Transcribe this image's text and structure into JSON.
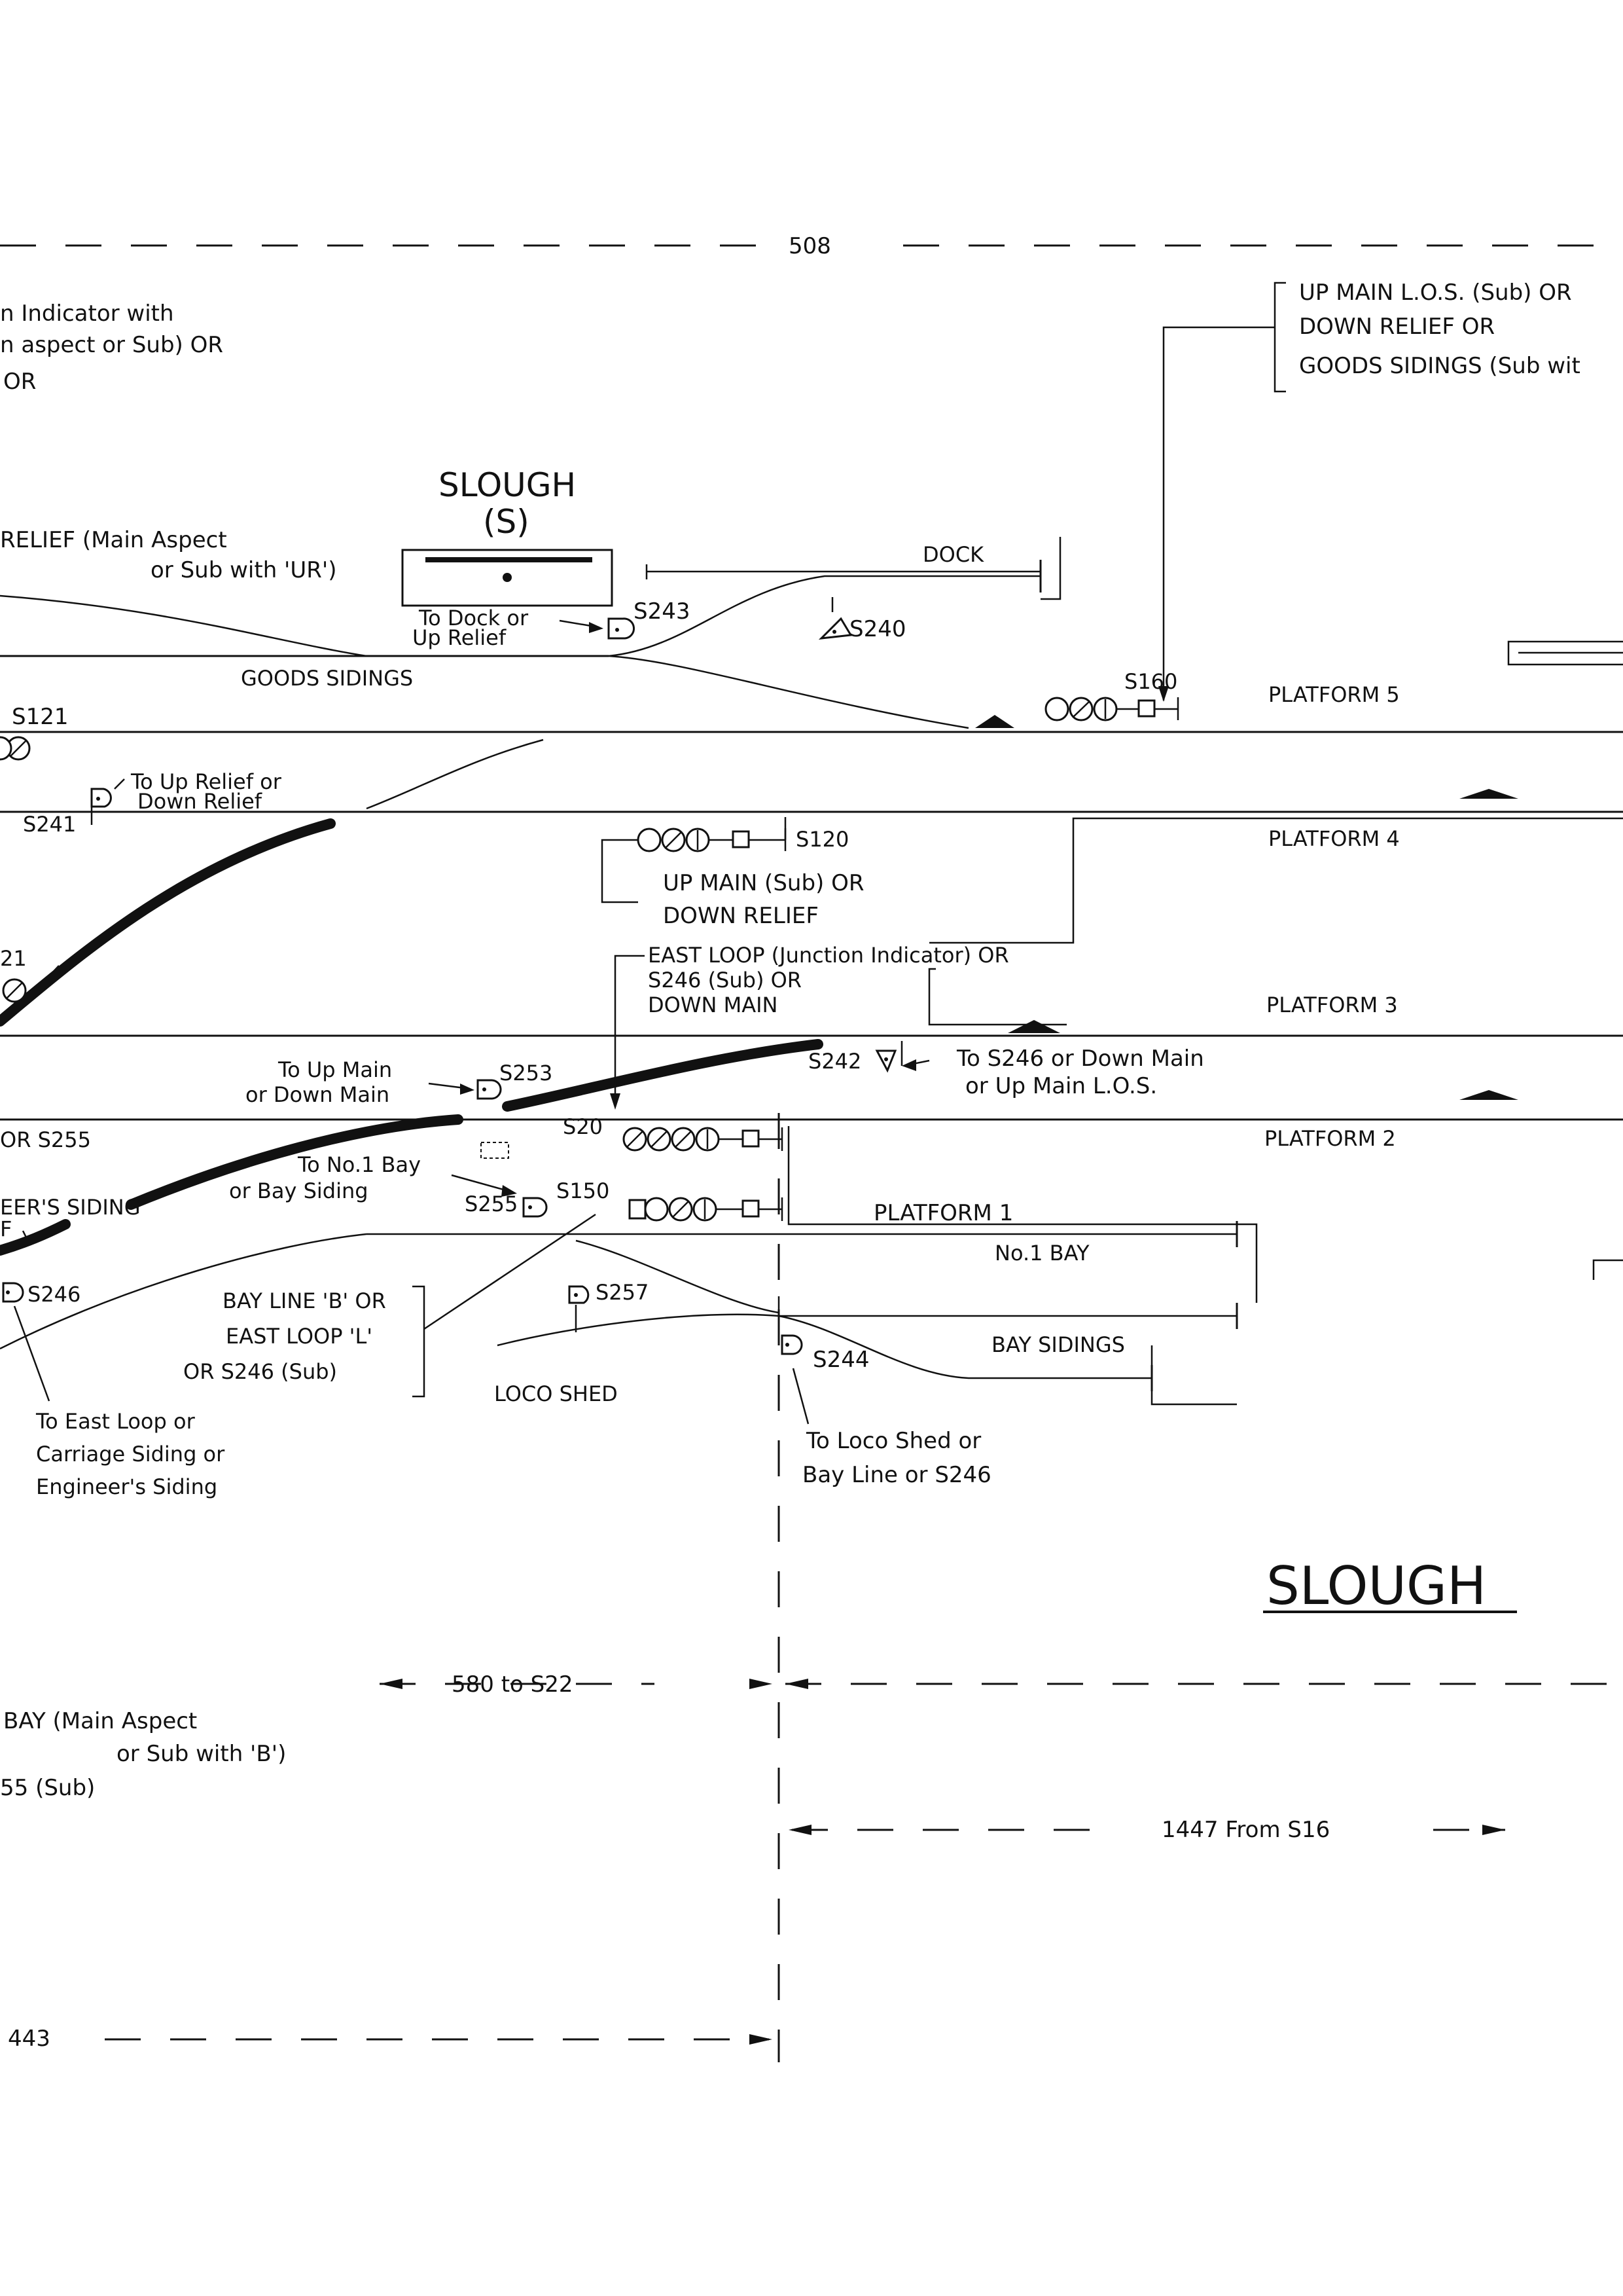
{
  "station": {
    "title": "SLOUGH",
    "code": "(S)",
    "footer_title": "SLOUGH"
  },
  "platforms": [
    "PLATFORM 5",
    "PLATFORM 4",
    "PLATFORM 3",
    "PLATFORM 2",
    "PLATFORM 1",
    "No.1 BAY",
    "BAY SIDINGS"
  ],
  "sidings": {
    "goods": "GOODS SIDINGS",
    "dock": "DOCK",
    "loco_shed": "LOCO SHED",
    "engineers": "EER'S SIDING"
  },
  "signals": {
    "s121": "S121",
    "s241": "S241",
    "s243": "S243",
    "s240": "S240",
    "s160": "S160",
    "s120": "S120",
    "s253": "S253",
    "s242": "S242",
    "s20": "S20",
    "s150": "S150",
    "s255": "S255",
    "s257": "S257",
    "s244": "S244",
    "s246": "S246",
    "s21_partial": "21",
    "or_s255": "OR S255"
  },
  "notes": {
    "indicator_1": "n Indicator with",
    "indicator_2": "n aspect or Sub) OR",
    "indicator_3": "OR",
    "relief_1": "RELIEF (Main Aspect",
    "relief_2": "or Sub with 'UR')",
    "to_dock_1": "To Dock or",
    "to_dock_2": "Up Relief",
    "to_up_relief_1": "To Up Relief or",
    "to_up_relief_2": "Down Relief",
    "up_main_los_1": "UP MAIN L.O.S. (Sub) OR",
    "up_main_los_2": "DOWN RELIEF OR",
    "up_main_los_3": "GOODS SIDINGS (Sub wit",
    "up_main_sub_1": "UP MAIN (Sub) OR",
    "up_main_sub_2": "DOWN RELIEF",
    "east_loop_1": "EAST LOOP (Junction Indicator) OR",
    "east_loop_2": "S246 (Sub) OR",
    "east_loop_3": "DOWN MAIN",
    "to_up_main_1": "To Up Main",
    "to_up_main_2": "or Down Main",
    "to_s246_1": "To S246 or Down Main",
    "to_s246_2": "or Up Main L.O.S.",
    "to_no1bay_1": "To No.1 Bay",
    "to_no1bay_2": "or Bay Siding",
    "bay_line_1": "BAY LINE 'B' OR",
    "bay_line_2": "EAST LOOP 'L'",
    "bay_line_3": "OR S246 (Sub)",
    "to_east_loop_1": "To East Loop or",
    "to_east_loop_2": "Carriage Siding or",
    "to_east_loop_3": "Engineer's Siding",
    "to_loco_1": "To Loco Shed or",
    "to_loco_2": "Bay Line or S246",
    "bay_main_1": "BAY (Main Aspect",
    "bay_main_2": "or Sub with 'B')",
    "bay_main_3": "55 (Sub)",
    "f_partial": "F"
  },
  "distances": {
    "top": "508",
    "to_s22": "580 to S22",
    "from_s16": "1447 From S16",
    "bottom": "443"
  }
}
